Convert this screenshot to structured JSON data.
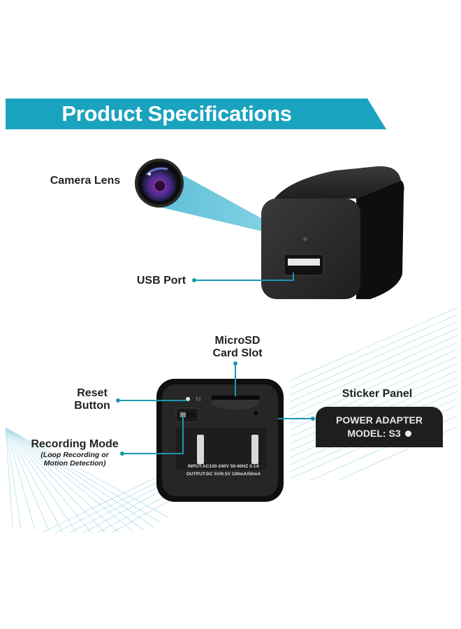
{
  "header": {
    "title": "Product Specifications",
    "color": "#1aa3bf"
  },
  "colors": {
    "accent": "#1aa3bf",
    "beam": "#6cc7dc",
    "callout_line": "#1c97b0",
    "device_body": "#1c1c1c",
    "label_text": "#222222"
  },
  "callouts": {
    "camera_lens": {
      "label": "Camera Lens"
    },
    "usb_port": {
      "label": "USB Port"
    },
    "microsd": {
      "label_line1": "MicroSD",
      "label_line2": "Card Slot"
    },
    "reset": {
      "label_line1": "Reset",
      "label_line2": "Button"
    },
    "recording_mode": {
      "label": "Recording Mode",
      "sub_line1": "(Loop Recording or",
      "sub_line2": "Motion Detection)"
    },
    "sticker_panel": {
      "label": "Sticker Panel"
    }
  },
  "sticker": {
    "line1": "POWER ADAPTER",
    "line2": "MODEL: S3"
  },
  "device_back": {
    "switch_marker": "M",
    "spec_input": "INPUT:AC100-240V  50-60HZ  0.1A",
    "spec_output": "OUTPUT:DC  5V/0.5V  100mA/50mA"
  }
}
